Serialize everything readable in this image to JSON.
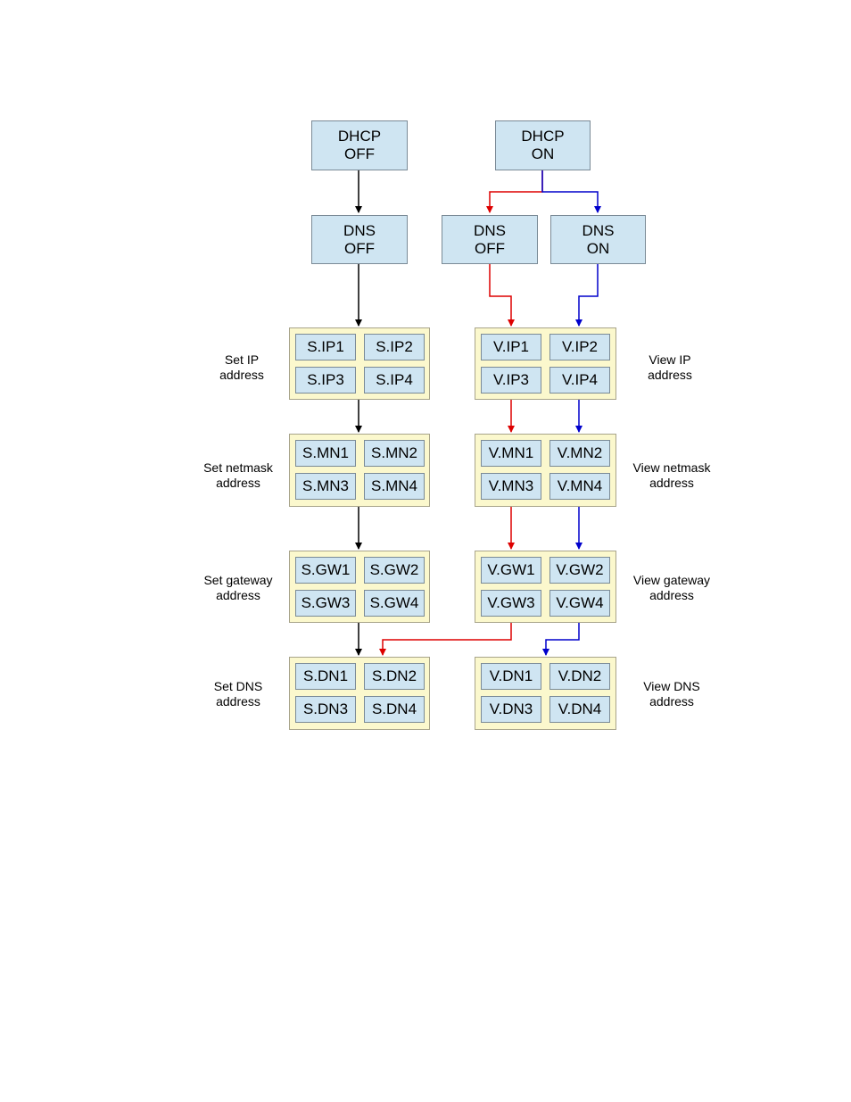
{
  "colors": {
    "black_path": "#000000",
    "red_path": "#dd0000",
    "blue_path": "#0000cc"
  },
  "nodes": {
    "dhcp_off": [
      "DHCP",
      "OFF"
    ],
    "dhcp_on": [
      "DHCP",
      "ON"
    ],
    "dns_off_left": [
      "DNS",
      "OFF"
    ],
    "dns_off_right": [
      "DNS",
      "OFF"
    ],
    "dns_on": [
      "DNS",
      "ON"
    ]
  },
  "set_groups": {
    "ip": {
      "cells": [
        "S.IP1",
        "S.IP2",
        "S.IP3",
        "S.IP4"
      ],
      "label": [
        "Set IP",
        "address"
      ]
    },
    "mn": {
      "cells": [
        "S.MN1",
        "S.MN2",
        "S.MN3",
        "S.MN4"
      ],
      "label": [
        "Set netmask",
        "address"
      ]
    },
    "gw": {
      "cells": [
        "S.GW1",
        "S.GW2",
        "S.GW3",
        "S.GW4"
      ],
      "label": [
        "Set gateway",
        "address"
      ]
    },
    "dn": {
      "cells": [
        "S.DN1",
        "S.DN2",
        "S.DN3",
        "S.DN4"
      ],
      "label": [
        "Set DNS",
        "address"
      ]
    }
  },
  "view_groups": {
    "ip": {
      "cells": [
        "V.IP1",
        "V.IP2",
        "V.IP3",
        "V.IP4"
      ],
      "label": [
        "View IP",
        "address"
      ]
    },
    "mn": {
      "cells": [
        "V.MN1",
        "V.MN2",
        "V.MN3",
        "V.MN4"
      ],
      "label": [
        "View netmask",
        "address"
      ]
    },
    "gw": {
      "cells": [
        "V.GW1",
        "V.GW2",
        "V.GW3",
        "V.GW4"
      ],
      "label": [
        "View gateway",
        "address"
      ]
    },
    "dn": {
      "cells": [
        "V.DN1",
        "V.DN2",
        "V.DN3",
        "V.DN4"
      ],
      "label": [
        "View DNS",
        "address"
      ]
    }
  }
}
